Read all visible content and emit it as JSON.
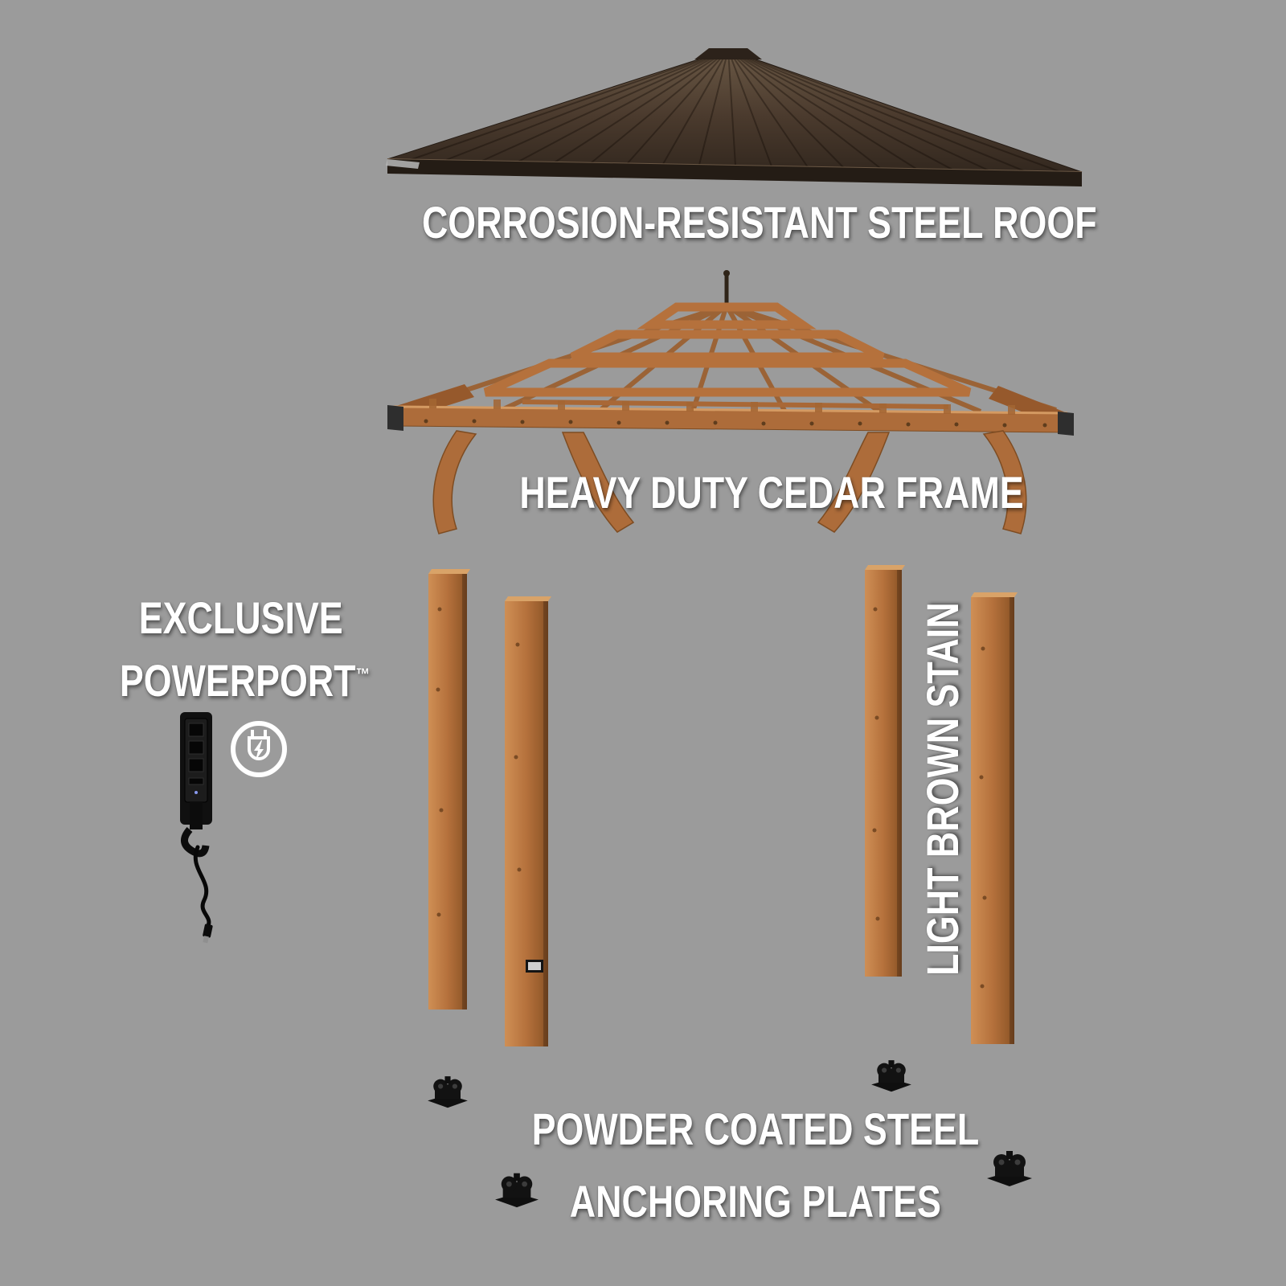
{
  "page": {
    "background": "#9b9b9b",
    "description": "Exploded diagram of a cedar gazebo kit with steel roof, cedar roof frame, four stained posts, powerport accessory and anchoring plates"
  },
  "labels": {
    "roof": "CORROSION-RESISTANT STEEL ROOF",
    "frame": "HEAVY DUTY CEDAR FRAME",
    "exclusive": "EXCLUSIVE",
    "powerport": "POWERPORT",
    "trademark": "™",
    "stain": "LIGHT BROWN STAIN",
    "anchor_line1": "POWDER COATED STEEL",
    "anchor_line2": "ANCHORING PLATES"
  },
  "colors": {
    "background": "#9b9b9b",
    "text": "#ffffff",
    "roof_steel_dark_brown": "#4a3a2d",
    "roof_fascia": "#241c15",
    "cedar_wood": "#b5713c",
    "cedar_wood_shadow": "#8a5226",
    "post_highlight": "#cf8f55",
    "hardware_black": "#121212"
  },
  "icons": [
    {
      "name": "powerport-icon",
      "meaning": "circular badge with electrical plug and lightning bolt"
    }
  ],
  "parts": [
    {
      "name": "steel-roof"
    },
    {
      "name": "cedar-roof-frame"
    },
    {
      "name": "powerport-device"
    },
    {
      "name": "post",
      "count": 4
    },
    {
      "name": "anchoring-plate",
      "count": 4
    }
  ]
}
